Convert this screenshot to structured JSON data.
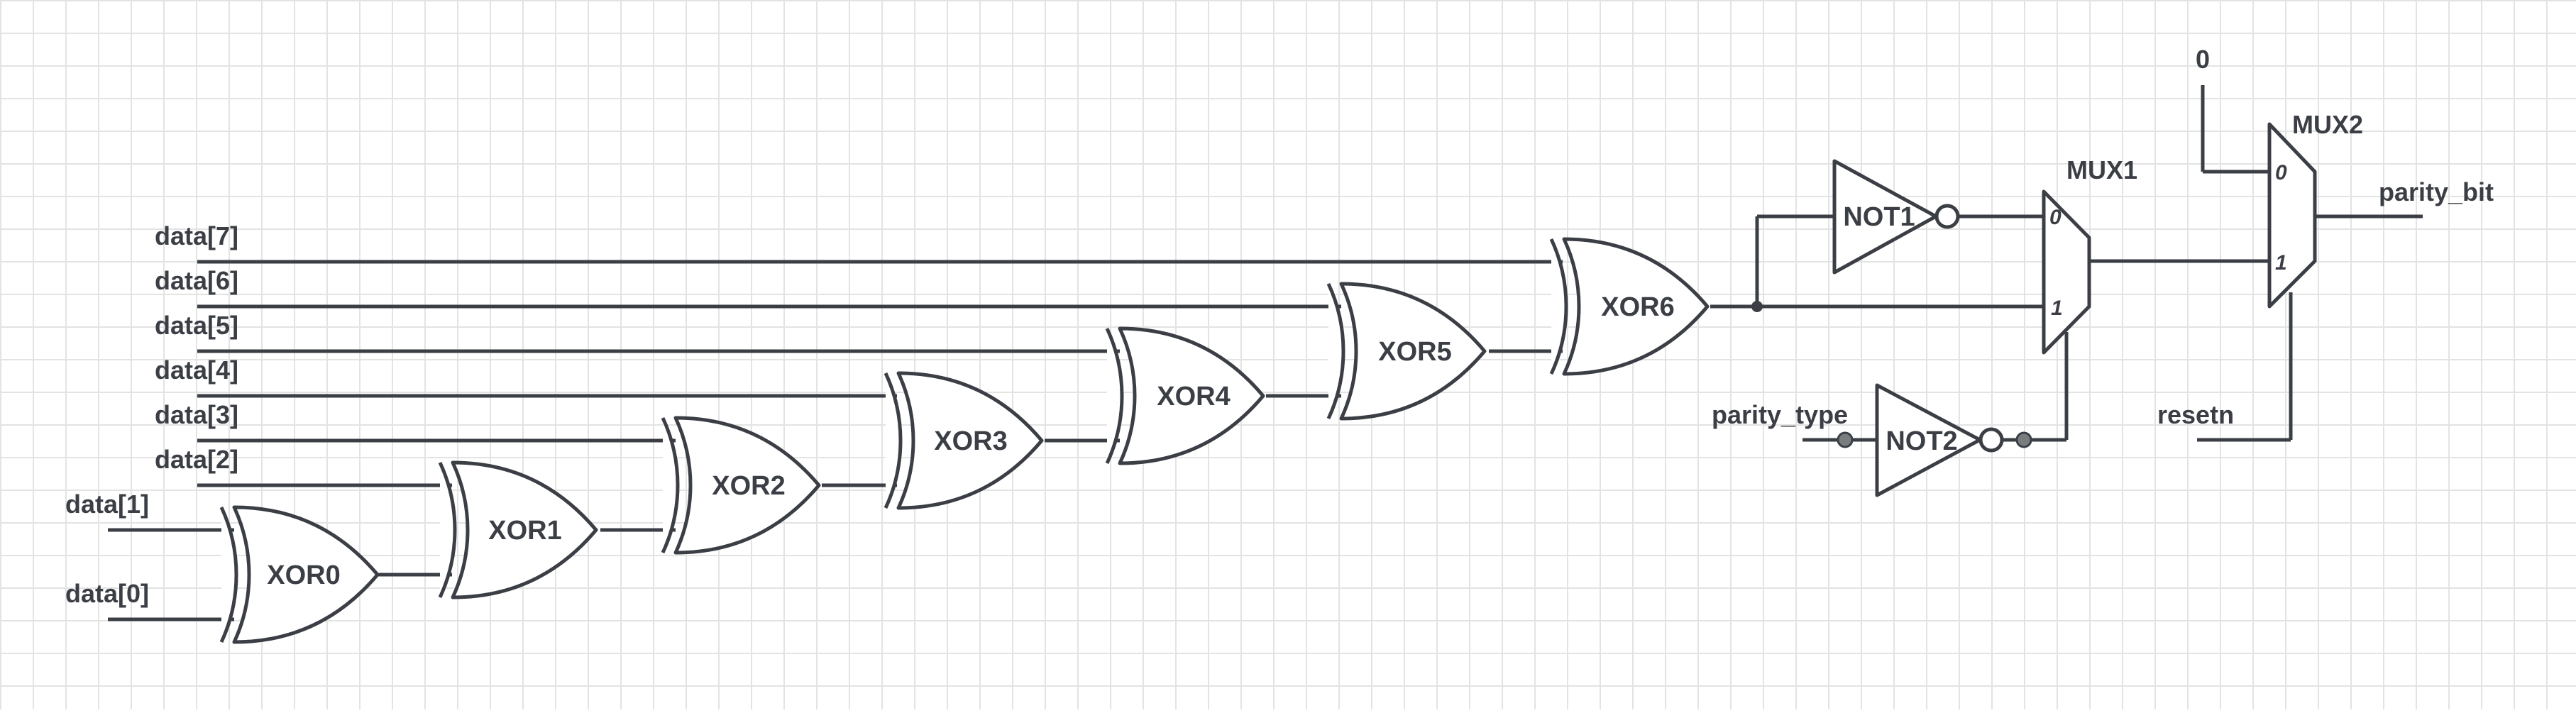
{
  "diagram": {
    "inputs": {
      "d0": "data[0]",
      "d1": "data[1]",
      "d2": "data[2]",
      "d3": "data[3]",
      "d4": "data[4]",
      "d5": "data[5]",
      "d6": "data[6]",
      "d7": "data[7]",
      "parity_type": "parity_type",
      "resetn": "resetn",
      "const0": "0"
    },
    "output": "parity_bit",
    "gates": {
      "xor0": "XOR0",
      "xor1": "XOR1",
      "xor2": "XOR2",
      "xor3": "XOR3",
      "xor4": "XOR4",
      "xor5": "XOR5",
      "xor6": "XOR6",
      "not1": "NOT1",
      "not2": "NOT2",
      "mux1": "MUX1",
      "mux2": "MUX2"
    },
    "mux_ports": {
      "mux1_in0": "0",
      "mux1_in1": "1",
      "mux2_in0": "0",
      "mux2_in1": "1"
    }
  }
}
